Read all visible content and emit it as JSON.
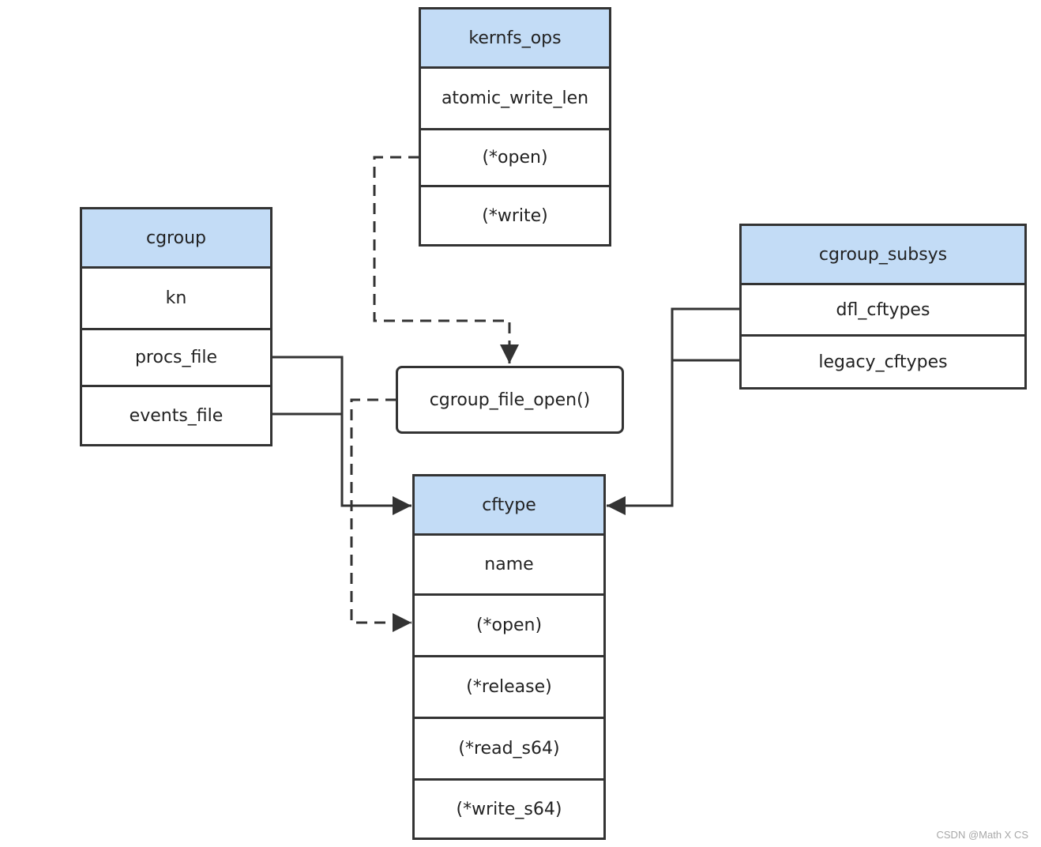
{
  "colors": {
    "header_fill": "#c3dcf6",
    "border": "#333333",
    "text": "#222222",
    "watermark": "#a8a8a8"
  },
  "structs": {
    "kernfs_ops": {
      "title": "kernfs_ops",
      "fields": [
        "atomic_write_len",
        "(*open)",
        "(*write)"
      ]
    },
    "cgroup": {
      "title": "cgroup",
      "fields": [
        "kn",
        "procs_file",
        "events_file"
      ]
    },
    "cgroup_subsys": {
      "title": "cgroup_subsys",
      "fields": [
        "dfl_cftypes",
        "legacy_cftypes"
      ]
    },
    "cftype": {
      "title": "cftype",
      "fields": [
        "name",
        "(*open)",
        "(*release)",
        "(*read_s64)",
        "(*write_s64)"
      ]
    }
  },
  "function": {
    "label": "cgroup_file_open()"
  },
  "connections": [
    {
      "from": "kernfs_ops.(*open)",
      "to": "cgroup_file_open()",
      "style": "dashed"
    },
    {
      "from": "cgroup_file_open()",
      "to": "cftype.(*open)",
      "style": "dashed"
    },
    {
      "from": "cgroup.procs_file",
      "to": "cftype",
      "style": "solid"
    },
    {
      "from": "cgroup.events_file",
      "to": "cftype",
      "style": "solid"
    },
    {
      "from": "cgroup_subsys.dfl_cftypes",
      "to": "cftype",
      "style": "solid"
    },
    {
      "from": "cgroup_subsys.legacy_cftypes",
      "to": "cftype",
      "style": "solid"
    }
  ],
  "watermark": "CSDN @Math X CS"
}
